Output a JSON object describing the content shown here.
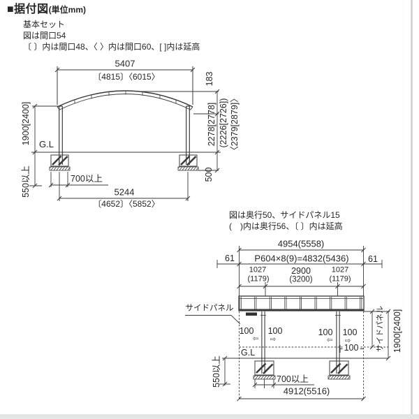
{
  "header": {
    "title": "■据付図",
    "unit": "(単位mm)",
    "notes": [
      "基本セット",
      "図は間口54",
      "〔 〕内は間口48、〈 〉内は間口60、[ ]内は延高"
    ]
  },
  "front_view": {
    "width_top": "5407",
    "width_top_alt": "〔4815〕〈6015〉",
    "roof_rise": "183",
    "total_height": "2278[2778]",
    "total_height_alt1": "(2226[2726])",
    "total_height_alt2": "〈2379[2879]〉",
    "footing_height": "500",
    "clearance_height": "1900[2400]",
    "ground_line": "G.L",
    "embed_depth_min": "550以上",
    "footing_width_min": "700以上",
    "post_span": "5244",
    "post_span_alt": "〔4652〕〈5852〉"
  },
  "side_view": {
    "notes": [
      "図は奥行50、サイドパネル15",
      "(　)内は奥行56、〔 〕内は延高"
    ],
    "depth_total": "4954(5558)",
    "end_offset_left": "61",
    "panel_pitch": "P604×8(9)=4832(5436)",
    "end_offset_right": "61",
    "seg_left": "1027",
    "seg_left_alt": "(1179)",
    "seg_center": "2900",
    "seg_center_alt": "(3200)",
    "seg_right": "1027",
    "seg_right_alt": "(1179)",
    "side_panel_label": "サイドパネル",
    "adjust_1": "100",
    "adjust_2": "100",
    "adjust_3": "100",
    "adjust_4": "100",
    "adjust_5": "100",
    "ground_line": "G.L",
    "embed_depth_min": "550以上",
    "footing_width_min": "700以上",
    "post_span": "4912(5516)",
    "side_panel_vertical": "サイドパネル",
    "clearance_height": "1900[2400]"
  },
  "icons": {
    "arrow_left": "⇦",
    "arrow_right": "⇨"
  },
  "colors": {
    "line": "#3a3a3a",
    "text": "#262626",
    "page_edge": "#e4e6e6"
  }
}
